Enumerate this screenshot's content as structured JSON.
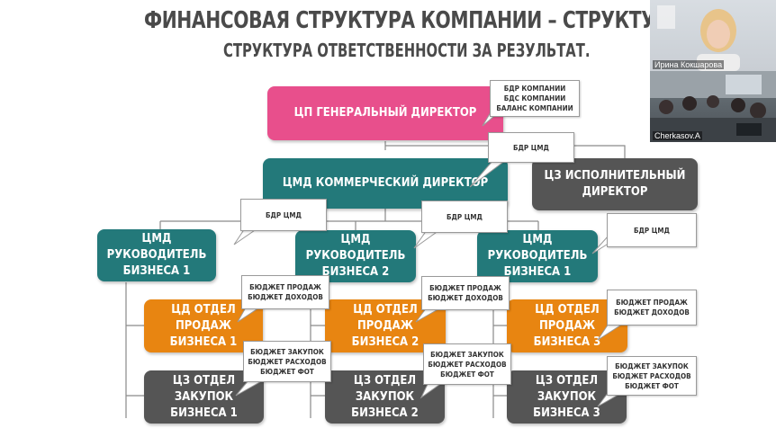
{
  "slide": {
    "title": "ФИНАНСОВАЯ СТРУКТУРА КОМПАНИИ – СТРУКТУРА ЦФО",
    "subtitle": "СТРУКТУРА ОТВЕТСТВЕННОСТИ ЗА РЕЗУЛЬТАТ.",
    "boxes": {
      "ceo": "ЦП ГЕНЕРАЛЬНЫЙ ДИРЕКТОР",
      "commercial": "ЦМД КОММЕРЧЕСКИЙ ДИРЕКТОР",
      "executive": "ЦЗ ИСПОЛНИТЕЛЬНЫЙ\nДИРЕКТОР",
      "biz_head_1": "ЦМД РУКОВОДИТЕЛЬ\nБИЗНЕСА 1",
      "biz_head_2": "ЦМД РУКОВОДИТЕЛЬ\nБИЗНЕСА 2",
      "biz_head_3": "ЦМД РУКОВОДИТЕЛЬ\nБИЗНЕСА 1",
      "sales_1": "ЦД ОТДЕЛ ПРОДАЖ\nБИЗНЕСА 1",
      "sales_2": "ЦД ОТДЕЛ ПРОДАЖ\nБИЗНЕСА 2",
      "sales_3": "ЦД ОТДЕЛ ПРОДАЖ\nБИЗНЕСА 3",
      "purchase_1": "ЦЗ ОТДЕЛ ЗАКУПОК\nБИЗНЕСА 1",
      "purchase_2": "ЦЗ ОТДЕЛ ЗАКУПОК\nБИЗНЕСА 2",
      "purchase_3": "ЦЗ ОТДЕЛ ЗАКУПОК\nБИЗНЕСА 3"
    },
    "callouts": {
      "ceo": "БДР КОМПАНИИ\nБДС КОМПАНИИ\nБАЛАНС КОМПАНИИ",
      "commercial": "БДР ЦМД",
      "biz_1": "БДР ЦМД",
      "biz_2": "БДР ЦМД",
      "biz_3": "БДР ЦМД",
      "sales_1": "БЮДЖЕТ ПРОДАЖ\nБЮДЖЕТ ДОХОДОВ",
      "sales_2": "БЮДЖЕТ ПРОДАЖ\nБЮДЖЕТ ДОХОДОВ",
      "sales_3": "БЮДЖЕТ ПРОДАЖ\nБЮДЖЕТ ДОХОДОВ",
      "purchase_1": "БЮДЖЕТ ЗАКУПОК\nБЮДЖЕТ РАСХОДОВ\nБЮДЖЕТ ФОТ",
      "purchase_2": "БЮДЖЕТ ЗАКУПОК\nБЮДЖЕТ РАСХОДОВ\nБЮДЖЕТ ФОТ",
      "purchase_3": "БЮДЖЕТ ЗАКУПОК\nБЮДЖЕТ РАСХОДОВ\nБЮДЖЕТ ФОТ"
    }
  },
  "participants": [
    {
      "name": "Ирина Кокшарова"
    },
    {
      "name": "Cherkasov.A"
    }
  ],
  "colors": {
    "ceo_box": "#e84f8c",
    "manager_box": "#23797a",
    "cost_box": "#555555",
    "revenue_box": "#e88511",
    "title_text": "#4a4a4a"
  }
}
